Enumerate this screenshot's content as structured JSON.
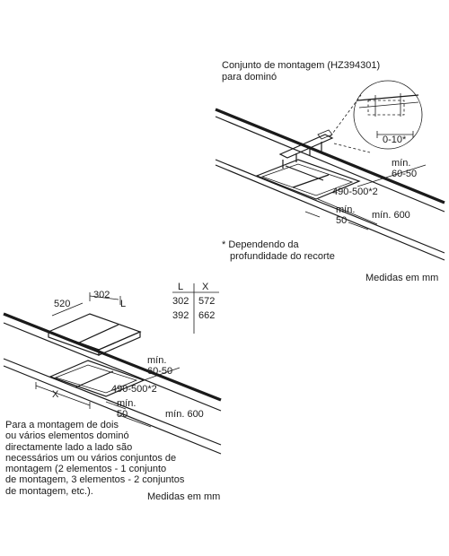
{
  "top_diagram": {
    "title_line1": "Conjunto de montagem (HZ394301)",
    "title_line2": "para dominó",
    "detail_gap": "0-10*",
    "min_label_1": "mín.",
    "min_value_1": "60-50",
    "cutout_depth": "490-500*2",
    "min_label_2": "mín.",
    "min_value_2": "50",
    "min_600": "mín. 600",
    "footnote_line1": "* Dependendo da",
    "footnote_line2": "profundidade do recorte",
    "units": "Medidas em mm"
  },
  "bottom_diagram": {
    "width_520": "520",
    "width_302": "302",
    "label_L": "L",
    "label_X": "X",
    "min_label_1": "mín.",
    "min_value_1": "60-50",
    "cutout_depth": "490-500*2",
    "min_label_2": "mín.",
    "min_value_2": "50",
    "min_600": "mín. 600",
    "note": "Para a montagem de dois\nou vários elementos dominó\ndirectamente lado a lado são\nnecessários um ou vários conjuntos de\nmontagem (2 elementos - 1 conjunto\nde montagem, 3 elementos - 2 conjuntos\nde montagem, etc.).",
    "units": "Medidas em mm"
  },
  "table": {
    "headers": [
      "L",
      "X"
    ],
    "rows": [
      [
        "302",
        "572"
      ],
      [
        "392",
        "662"
      ]
    ]
  }
}
